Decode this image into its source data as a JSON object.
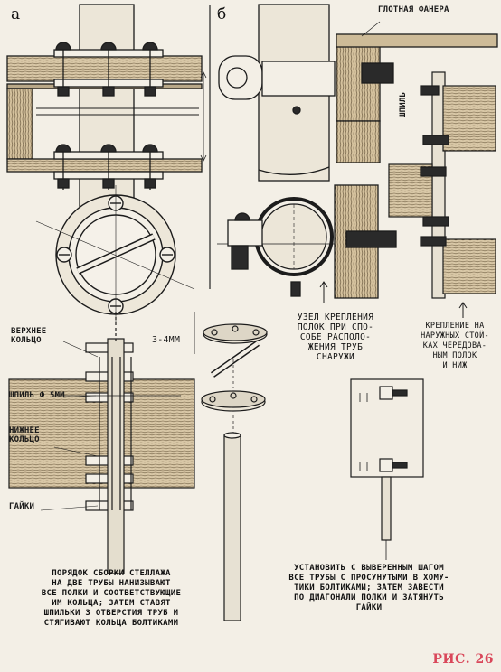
{
  "panels": {
    "a": "а",
    "b": "б"
  },
  "labels": {
    "plywood": "ГЛОТНАЯ ФАНЕРА",
    "pin_vertical": "ШПИЛЬ",
    "gap": "3-4мм",
    "top_ring": [
      "ВЕРХНЕЕ",
      "КОЛЬЦО"
    ],
    "pin": "ШПИЛЬ Ф 5мм",
    "bottom_ring": [
      "НИЖНЕЕ",
      "КОЛЬЦО"
    ],
    "nuts": "ГАЙКИ"
  },
  "captions": {
    "node": [
      "УЗЕЛ КРЕПЛЕНИЯ",
      "ПОЛОК ПРИ СПО-",
      "СОБЕ РАСПОЛО-",
      "ЖЕНИЯ ТРУБ",
      "СНАРУЖИ"
    ],
    "outer": [
      "КРЕПЛЕНИЕ НА",
      "НАРУЖНЫХ СТОЙ-",
      "КАХ ЧЕРЕДОВА-",
      "НЫМ ПОЛОК",
      "И НИЖ"
    ],
    "assembly": [
      "ПОРЯДОК СБОРКИ СТЕЛЛАЖА",
      "НА ДВЕ ТРУБЫ НАНИЗЫВАЮТ",
      "ВСЕ ПОЛКИ И СООТВЕТСТВУЮЩИЕ",
      "ИМ КОЛЬЦА; ЗАТЕМ СТАВЯТ",
      "ШПИЛЬКИ З ОТВЕРСТИЯ ТРУБ И",
      "СТЯГИВАЮТ КОЛЬЦА БОЛТИКАМИ"
    ],
    "install": [
      "УСТАНОВИТЬ С ВЫВЕРЕННЫМ ШАГОМ",
      "ВСЕ ТРУБЫ С ПРОСУНУТЫМИ В ХОМУ-",
      "ТИКИ БОЛТИКАМИ; ЗАТЕМ ЗАВЕСТИ",
      "ПО ДИАГОНАЛИ ПОЛКИ И ЗАТЯНУТЬ",
      "ГАЙКИ"
    ]
  },
  "figure": "РИС. 26"
}
